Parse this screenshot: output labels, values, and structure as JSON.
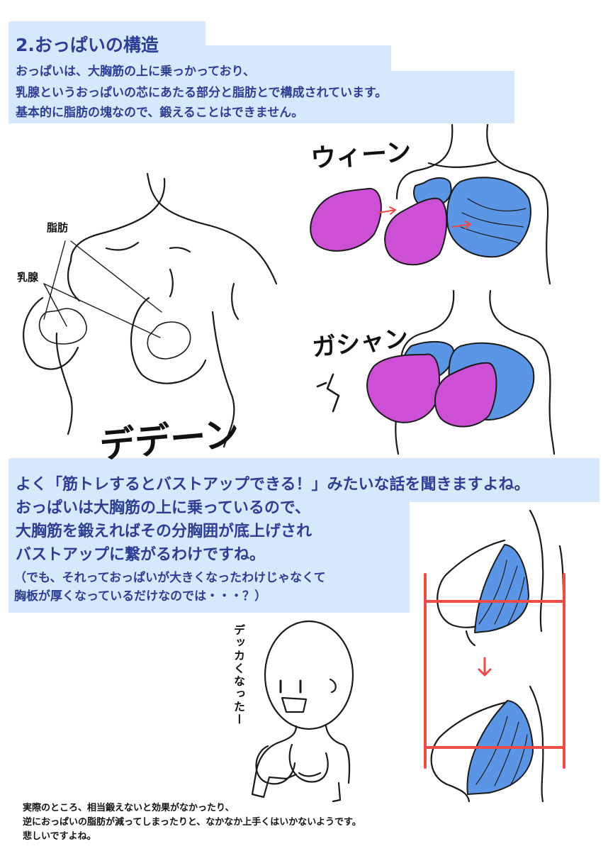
{
  "header": {
    "title": "2.おっぱいの構造",
    "lines": [
      "おっぱいは、大胸筋の上に乗っかっており、",
      "乳腺というおっぱいの芯にあたる部分と脂肪とで構成されています。",
      "基本的に脂肪の塊なので、鍛えることはできません。"
    ]
  },
  "diagram_labels": {
    "fat": "脂肪",
    "mammary": "乳腺"
  },
  "sound_effects": {
    "whoosh": "ウィーン",
    "clank": "ガシャン",
    "deen": "デデーン"
  },
  "middle": {
    "lines": [
      "よく「筋トレするとバストアップできる！」みたいな話を聞きますよね。",
      "おっぱいは大胸筋の上に乗っているので、",
      "大胸筋を鍛えればその分胸囲が底上げされ",
      "バストアップに繋がるわけですね。"
    ],
    "aside": [
      "（でも、それっておっぱいが大きくなったわけじゃなくて",
      "胸板が厚くなっているだけなのでは・・・？）"
    ]
  },
  "character_speech": "デッカくなったー",
  "footer": [
    "実際のところ、相当鍛えないと効果がなかったり、",
    "逆におっぱいの脂肪が減ってしまったりと、なかなか上手くはいかないようです。",
    "悲しいですよね。"
  ],
  "colors": {
    "band": "#d6e8fb",
    "heading_text": "#2c3f95",
    "muscle": "#5b95e6",
    "mammary_gland": "#cc4fd6",
    "guide_lines": "#ee4a46"
  },
  "icons": [
    "arrow-right-icon",
    "arrow-down-icon"
  ]
}
